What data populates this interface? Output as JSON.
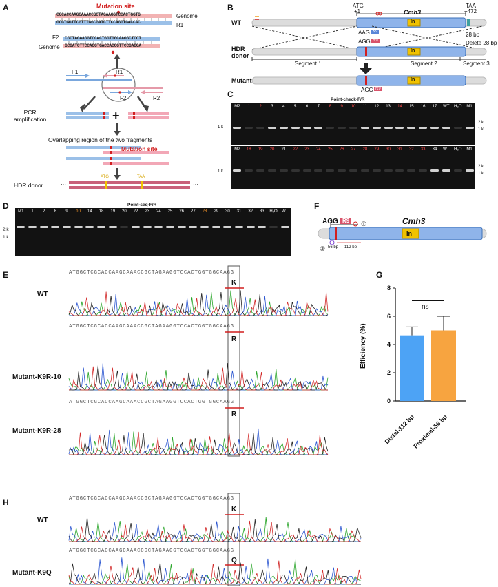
{
  "panels": {
    "a": "A",
    "b": "B",
    "c": "C",
    "d": "D",
    "e": "E",
    "f": "F",
    "g": "G",
    "h": "H"
  },
  "panel_a": {
    "mutation_site": "Mutation site",
    "seq1": "CGCACCAAGCAAACCGCTAGAAGGTCCACTGGTG",
    "seq2": "GCGTGGTTCGTTTGGCGATCTTCCAGGTGACCAC",
    "genome": "Genome",
    "r1": "R1",
    "f2": "F2",
    "seq3": "CGCTAGAAGGTCCACTGGTGGCAAGGCTCCT",
    "seq4": "GCGATCTTCCAGGTGACCACCGTTCCGAGGA",
    "f1": "F1",
    "r2": "R2",
    "pcr": "PCR\namplification",
    "plus": "+",
    "overlap": "Overlapping region of the two fragments",
    "hdr": "HDR donor",
    "atg": "ATG",
    "taa": "TAA",
    "dots": "···"
  },
  "panel_b": {
    "atg": "ATG",
    "plus1": "+1",
    "gene": "Cmh3",
    "taa": "TAA",
    "plus472": "+472",
    "wt": "WT",
    "hdr": "HDR\ndonor",
    "mutant": "Mutant",
    "aag": "AAG",
    "k9": "K9",
    "agg": "AGG",
    "r9": "R9",
    "in": "In",
    "bp28": "28 bp",
    "delete": "Delete 28 bp",
    "seg1": "Segment 1",
    "seg2": "Segment 2",
    "seg3": "Segment 3"
  },
  "panel_c": {
    "title": "Point-check-F/R",
    "row1": [
      "M2",
      "1",
      "2",
      "3",
      "4",
      "5",
      "6",
      "7",
      "8",
      "9",
      "10",
      "11",
      "12",
      "13",
      "14",
      "15",
      "16",
      "17",
      "WT",
      "H₂O",
      "M1"
    ],
    "row2": [
      "M2",
      "18",
      "19",
      "20",
      "21",
      "22",
      "23",
      "24",
      "25",
      "26",
      "27",
      "28",
      "29",
      "30",
      "31",
      "32",
      "33",
      "34",
      "WT",
      "H₂O",
      "M1"
    ],
    "k1": "1 k",
    "k2": "2 k"
  },
  "panel_d": {
    "title": "Point-seq-F/R",
    "lanes": [
      "M1",
      "1",
      "2",
      "8",
      "9",
      "10",
      "14",
      "18",
      "19",
      "20",
      "22",
      "23",
      "24",
      "25",
      "26",
      "27",
      "28",
      "29",
      "30",
      "31",
      "32",
      "33",
      "H₂O",
      "WT"
    ],
    "k2": "2 k",
    "k1": "1 k"
  },
  "panel_e": {
    "seq": "ATGGCTCGCACCAAGCAAACCGCTAGAAGGTCCACTGGTGGCAAGG",
    "wt": "WT",
    "k": "K",
    "r": "R",
    "m10": "Mutant-K9R-10",
    "m28": "Mutant-K9R-28"
  },
  "panel_f": {
    "agg": "AGG",
    "r9": "R9",
    "gene": "Cmh3",
    "in": "In",
    "c1": "①",
    "c2": "②",
    "bp56": "56 bp",
    "bp112": "112 bp"
  },
  "panel_g": {
    "ylabel": "Efficiency (%)",
    "ns": "ns",
    "chart_data": {
      "type": "bar",
      "categories": [
        "Distal-112 bp",
        "Proximal-56 bp"
      ],
      "values": [
        4.65,
        5.0
      ],
      "errors": [
        0.6,
        1.0
      ],
      "ylabel": "Efficiency (%)",
      "ylim": [
        0,
        8
      ],
      "yticks": [
        "0",
        "2",
        "4",
        "6",
        "8"
      ],
      "colors": [
        "#4da3f5",
        "#f7a440"
      ]
    }
  },
  "panel_h": {
    "wt": "WT",
    "k": "K",
    "q": "Q",
    "mutant": "Mutant-K9Q"
  }
}
